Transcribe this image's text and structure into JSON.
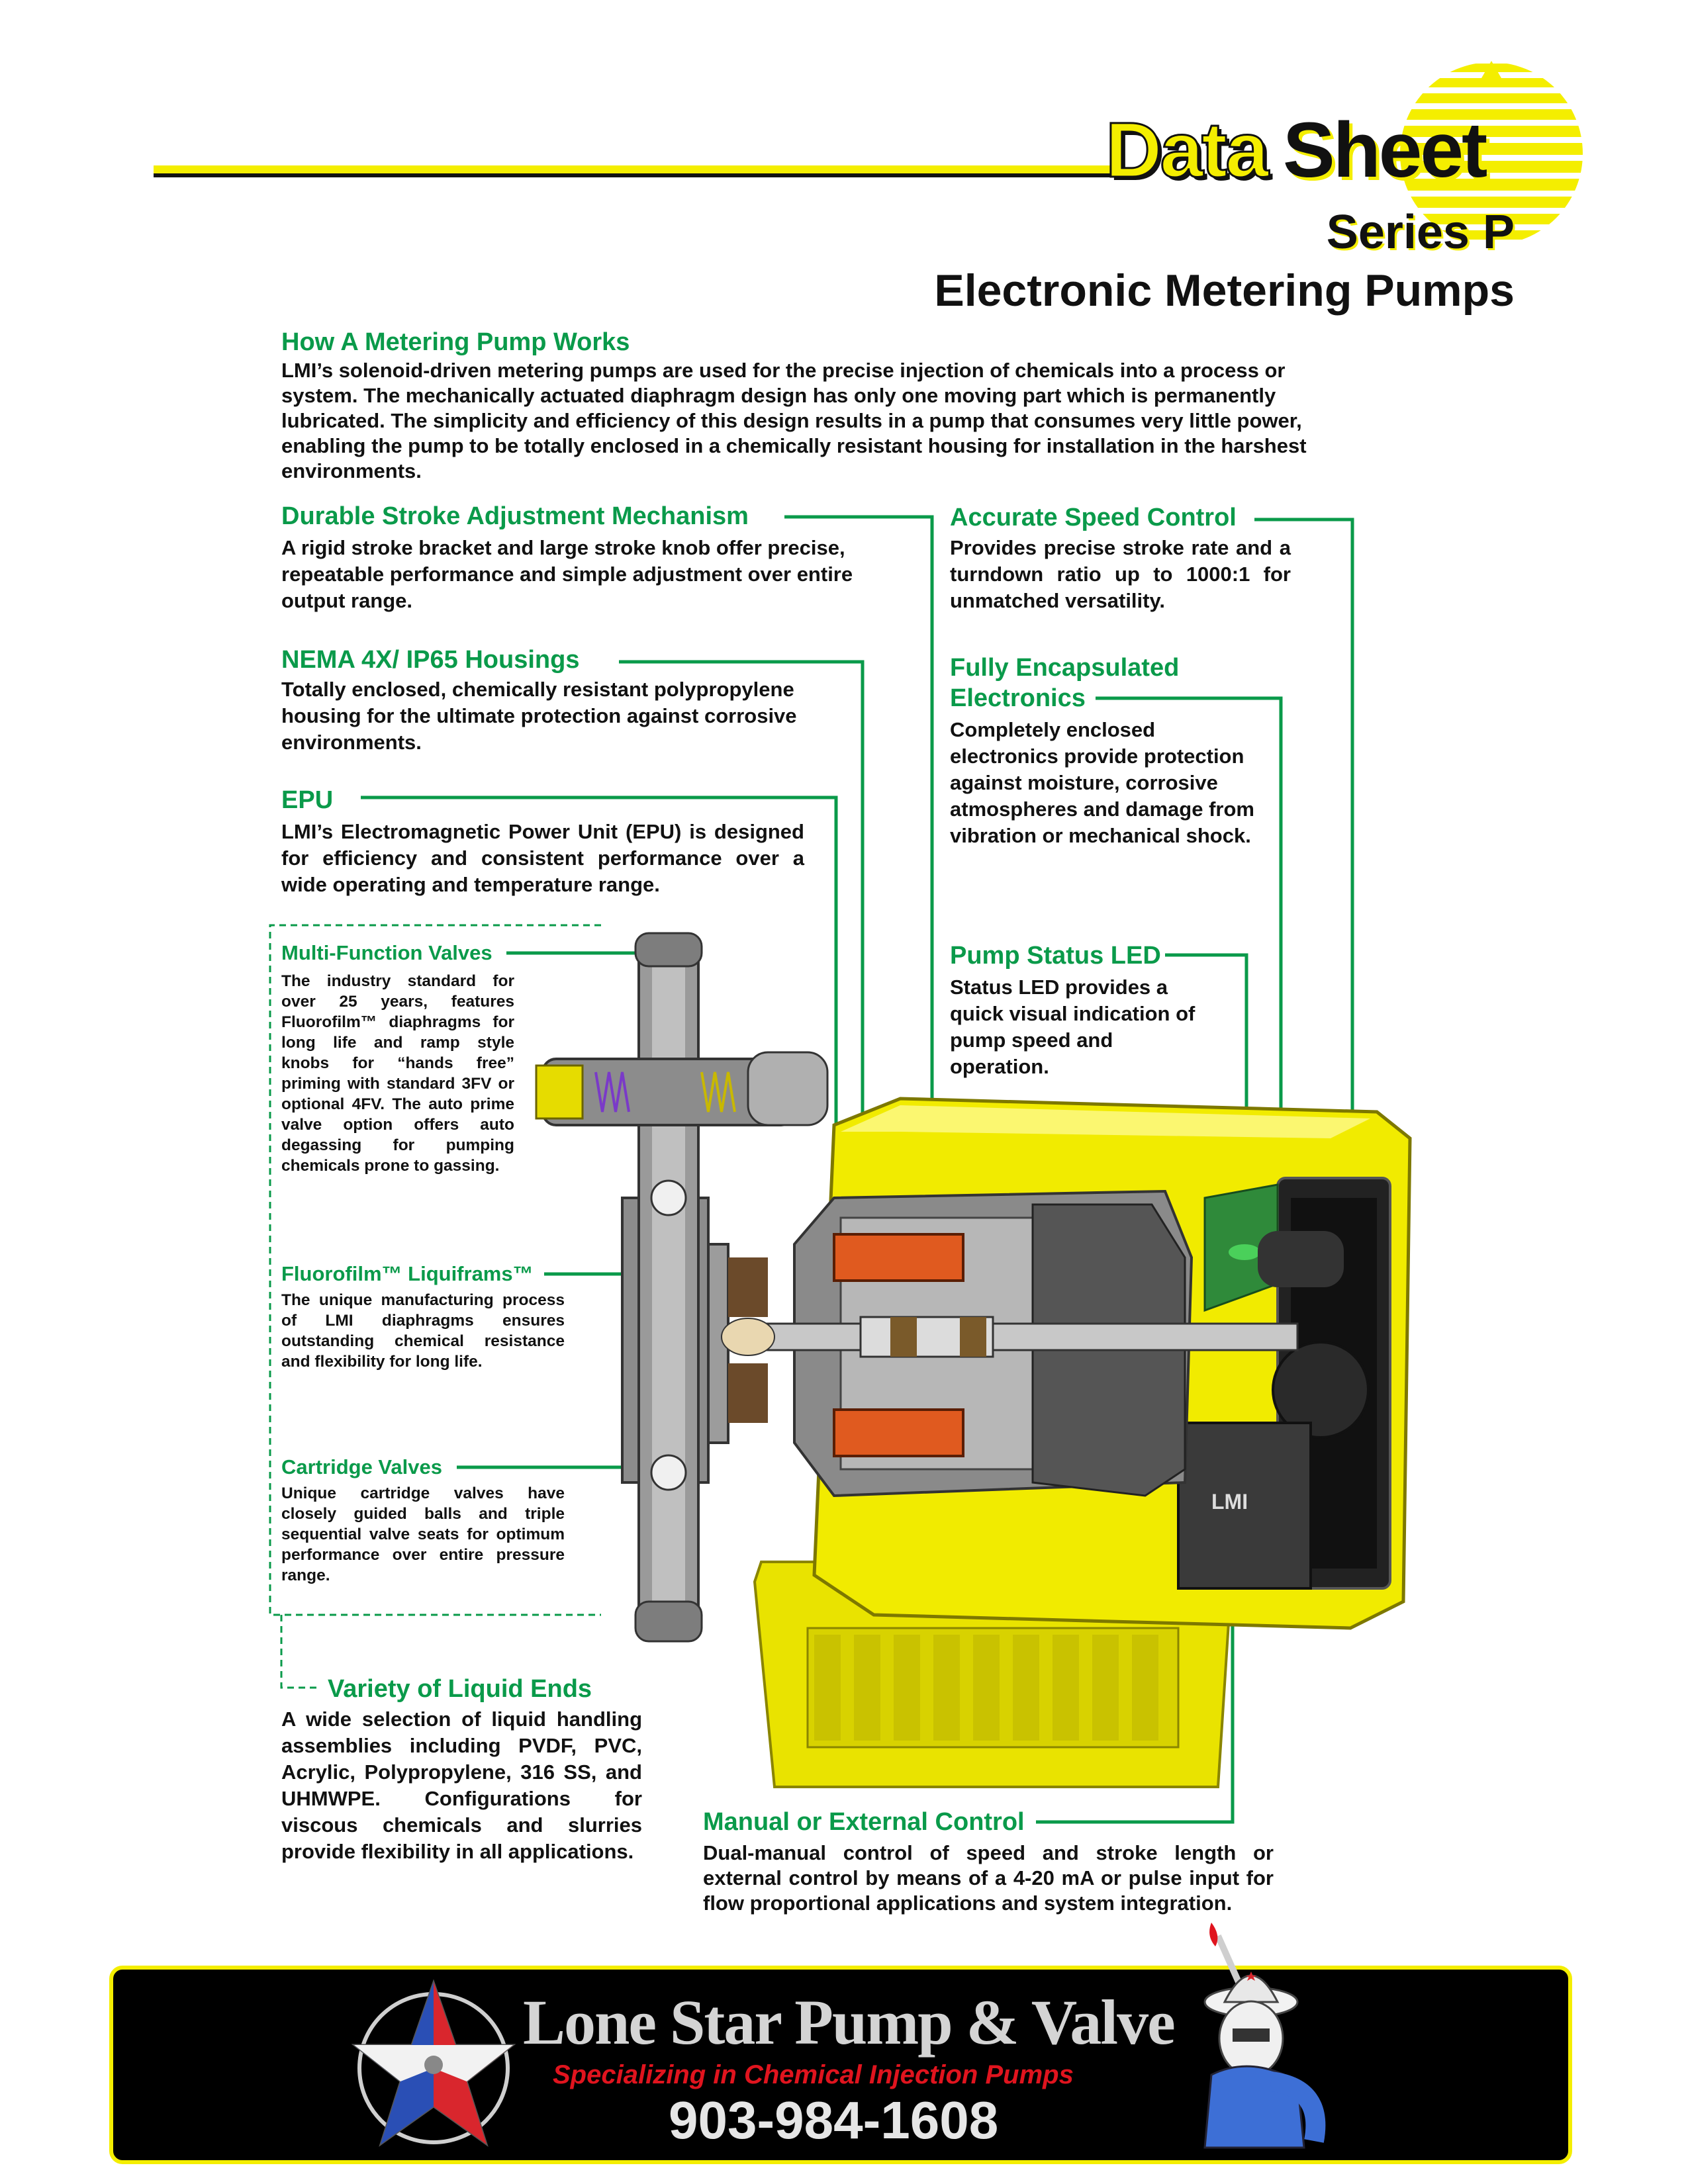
{
  "header": {
    "title_word1": "Data",
    "title_word2": "Sheet",
    "series": "Series P",
    "product": "Electronic Metering Pumps"
  },
  "sections": {
    "how_it_works": {
      "heading": "How A Metering Pump Works",
      "body": "LMI’s solenoid-driven metering pumps are used for the precise injection of chemicals into a process or system.  The mechanically actuated diaphragm design has only one moving part which is permanently lubricated.  The simplicity and efficiency of this design results in a pump that consumes very little power, enabling the pump to be totally enclosed in a chemically resistant housing for installation in the harshest environments."
    },
    "stroke_adjustment": {
      "heading": "Durable Stroke Adjustment Mechanism",
      "body": "A rigid stroke bracket and large stroke knob offer precise, repeatable performance and simple adjustment over entire output range."
    },
    "nema": {
      "heading": "NEMA 4X/ IP65 Housings",
      "body": "Totally enclosed, chemically resistant polypropylene housing for the ultimate protection against corrosive environments."
    },
    "epu": {
      "heading": "EPU",
      "body": "LMI’s Electromagnetic Power Unit (EPU) is designed for efficiency and consistent performance over a wide operating and temperature range."
    },
    "speed_control": {
      "heading": "Accurate Speed Control",
      "body": "Provides precise stroke rate and a turndown ratio up to 1000:1 for unmatched versatility."
    },
    "electronics": {
      "heading_line1": "Fully Encapsulated",
      "heading_line2": "Electronics",
      "body": "Completely enclosed electronics provide protection against moisture, corrosive atmospheres and damage from vibration or mechanical shock."
    },
    "status_led": {
      "heading": "Pump Status LED",
      "body": "Status LED provides a quick visual indication of pump speed and operation."
    },
    "multi_function_valves": {
      "heading": "Multi-Function Valves",
      "body": "The industry standard for over 25 years, features Fluorofilm™ diaphragms for long life and ramp style knobs for “hands free” priming with standard 3FV or optional 4FV. The auto prime valve option offers auto degassing for pumping chemicals prone to gassing."
    },
    "liquiframs": {
      "heading": "Fluorofilm™ Liquiframs™",
      "body": "The unique manufacturing process of LMI diaphragms ensures outstanding chemical resistance and flexibility for long life."
    },
    "cartridge_valves": {
      "heading": "Cartridge Valves",
      "body": "Unique cartridge valves have closely guided balls and triple sequential valve seats for optimum performance over entire pressure range."
    },
    "liquid_ends": {
      "heading": "Variety of Liquid Ends",
      "body": "A wide selection of liquid handling assemblies including PVDF, PVC, Acrylic, Polypropylene, 316 SS, and UHMWPE. Configurations for viscous chemicals and slurries provide flexibility in all applications."
    },
    "manual_control": {
      "heading": "Manual or External Control",
      "body": "Dual-manual control of speed and stroke length or external control by means of a 4-20 mA or pulse input for flow proportional applications and system integration."
    }
  },
  "illustration": {
    "pump_label": "LMI"
  },
  "footer": {
    "company": "Lone Star Pump & Valve",
    "tagline": "Specializing in Chemical Injection Pumps",
    "phone": "903-984-1608"
  },
  "colors": {
    "accent_green": "#0a9a4a",
    "brand_yellow": "#f4ee00",
    "footer_bg": "#000000",
    "tagline_red": "#e0141e"
  }
}
